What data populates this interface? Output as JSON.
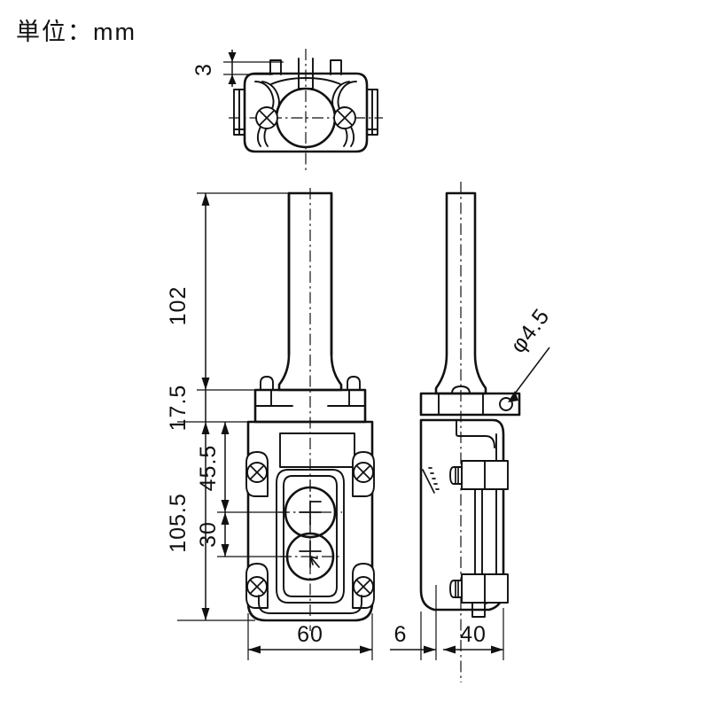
{
  "document": {
    "type": "engineering-dimension-drawing",
    "unit_note": "単位：mm",
    "background_color": "#ffffff",
    "line_color": "#111111"
  },
  "views": {
    "top_view": {
      "name": "top-view",
      "description": "top view of switch enclosure with central round boss and two cross-slot screws"
    },
    "front_view": {
      "name": "front-view",
      "description": "front elevation with tapered handle stem, body with label plate, two push buttons and four corner screws"
    },
    "side_view": {
      "name": "side-view",
      "description": "side elevation with tapered stem, mounting flange with phi4.5 hole and two clamp brackets"
    }
  },
  "dimensions": {
    "top_gap": "3",
    "stem_height": "102",
    "flange_height": "17.5",
    "body_height": "105.5",
    "button_top_offset": "45.5",
    "button_spacing": "30",
    "body_width": "60",
    "side_lip": "6",
    "side_depth": "40",
    "hole_diameter": "φ4.5"
  },
  "labels": {
    "unit": "単位：mm"
  }
}
